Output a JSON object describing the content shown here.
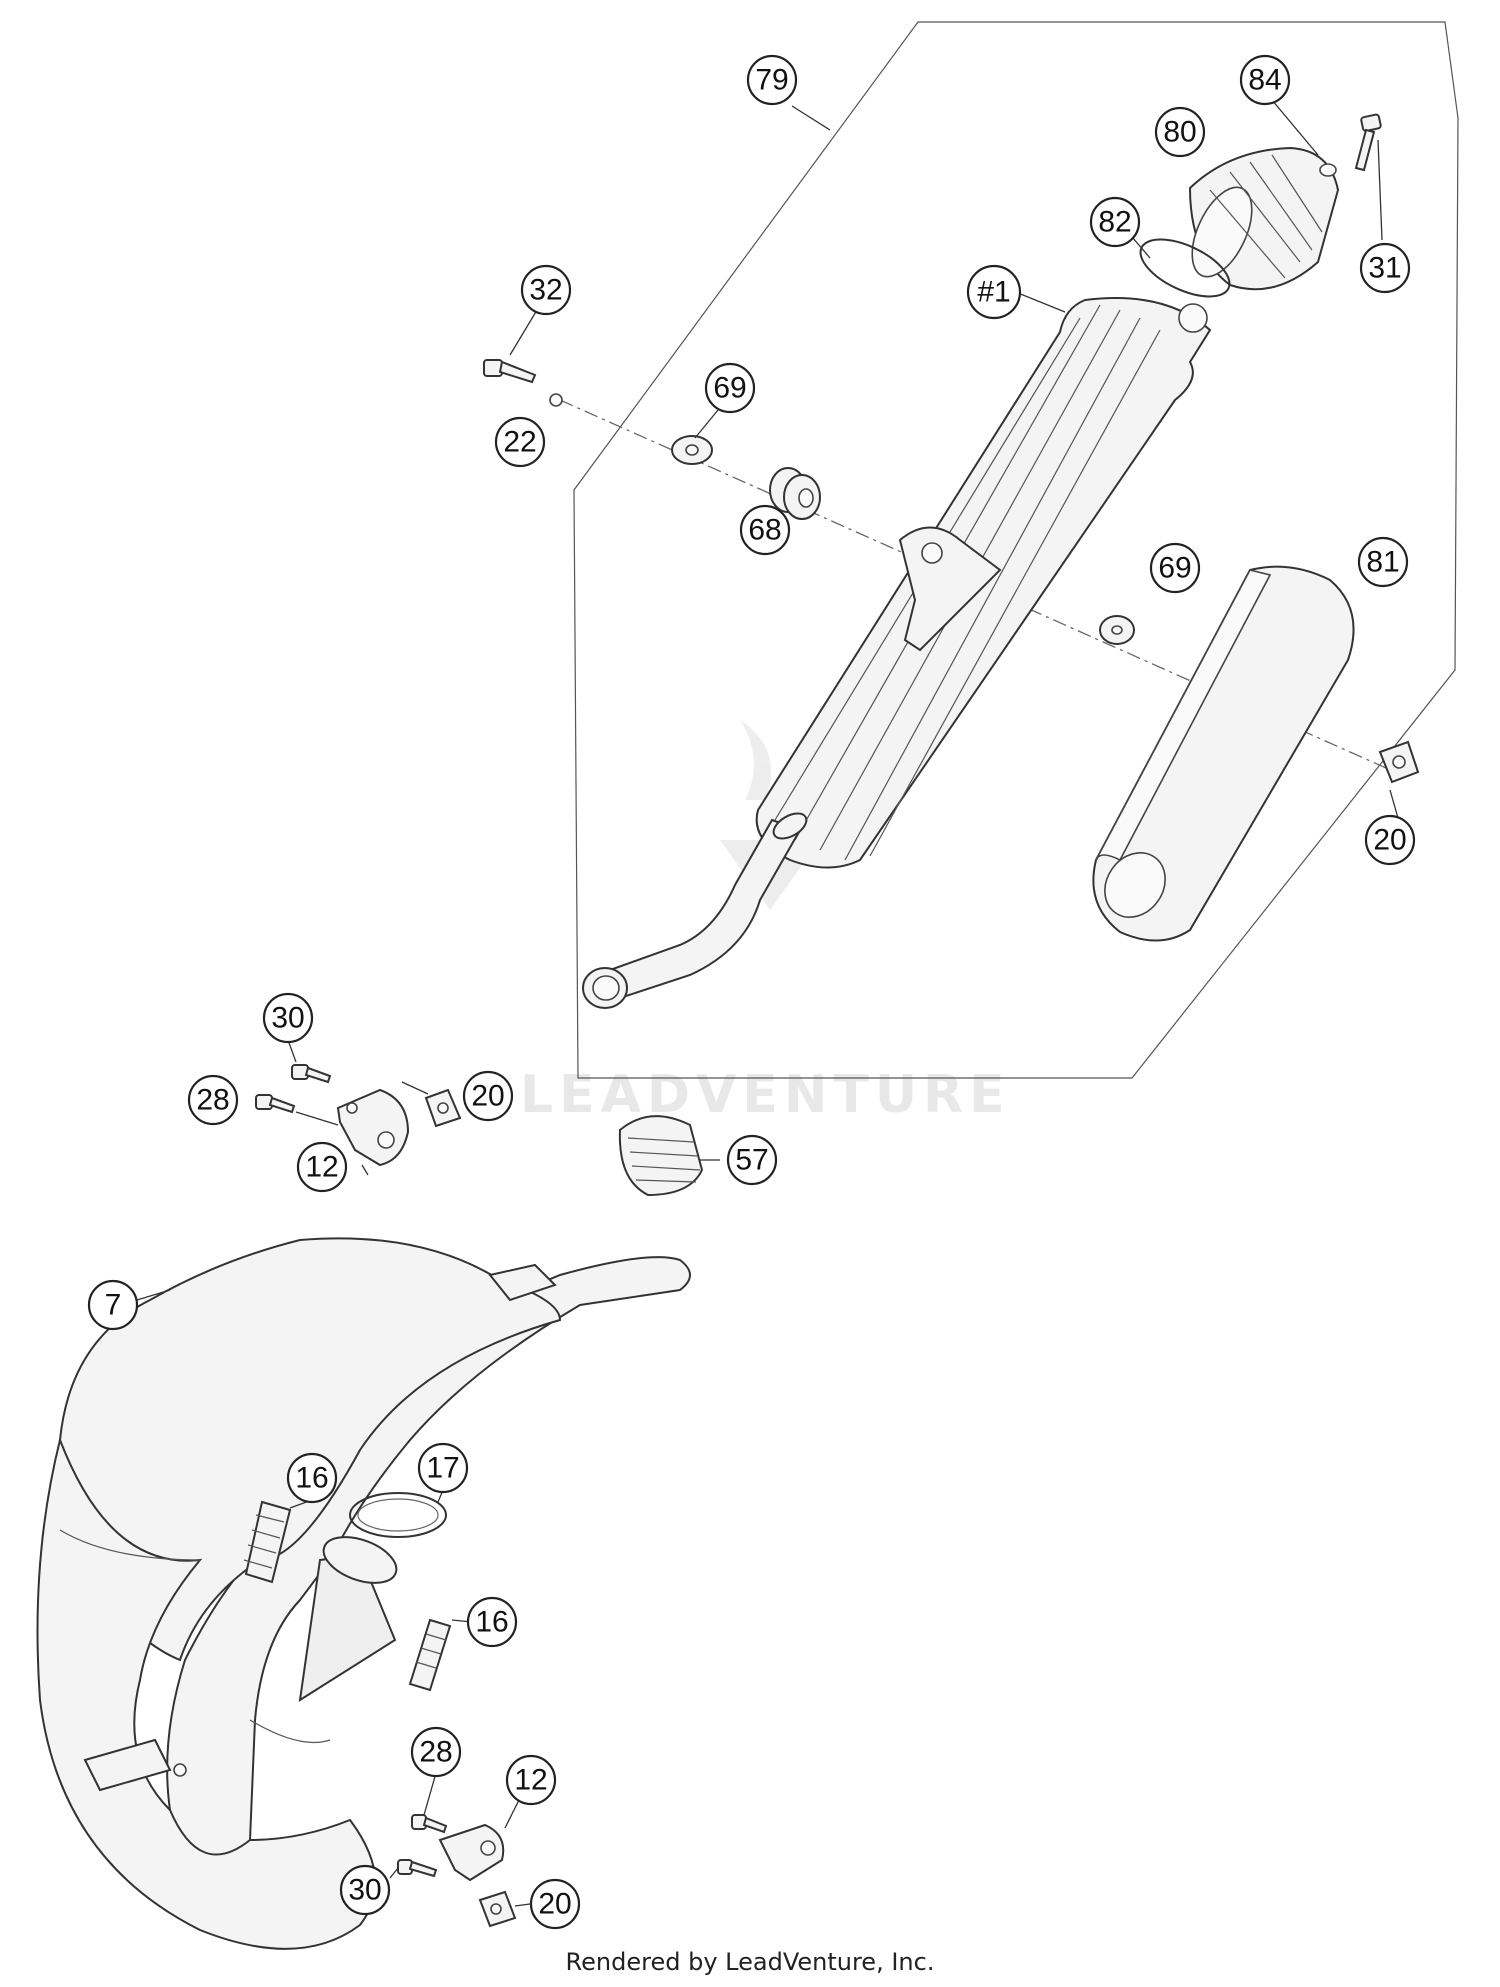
{
  "footer": "Rendered by LeadVenture, Inc.",
  "watermark": "LEADVENTURE",
  "callouts": [
    {
      "id": "c79",
      "label": "79"
    },
    {
      "id": "c84",
      "label": "84"
    },
    {
      "id": "c80",
      "label": "80"
    },
    {
      "id": "c31",
      "label": "31"
    },
    {
      "id": "c82",
      "label": "82"
    },
    {
      "id": "c32",
      "label": "32"
    },
    {
      "id": "c1",
      "label": "#1"
    },
    {
      "id": "c69a",
      "label": "69"
    },
    {
      "id": "c22",
      "label": "22"
    },
    {
      "id": "c68",
      "label": "68"
    },
    {
      "id": "c69b",
      "label": "69"
    },
    {
      "id": "c81",
      "label": "81"
    },
    {
      "id": "c20a",
      "label": "20"
    },
    {
      "id": "c30a",
      "label": "30"
    },
    {
      "id": "c28a",
      "label": "28"
    },
    {
      "id": "c20b",
      "label": "20"
    },
    {
      "id": "c12a",
      "label": "12"
    },
    {
      "id": "c57",
      "label": "57"
    },
    {
      "id": "c7",
      "label": "7"
    },
    {
      "id": "c16a",
      "label": "16"
    },
    {
      "id": "c17",
      "label": "17"
    },
    {
      "id": "c16b",
      "label": "16"
    },
    {
      "id": "c28b",
      "label": "28"
    },
    {
      "id": "c12b",
      "label": "12"
    },
    {
      "id": "c30b",
      "label": "30"
    },
    {
      "id": "c20c",
      "label": "20"
    }
  ]
}
